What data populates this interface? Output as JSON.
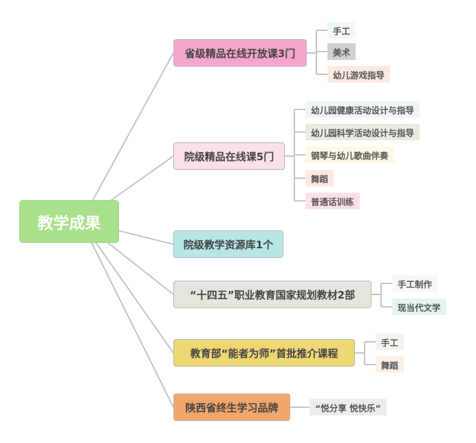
{
  "root": {
    "label": "教学成果",
    "color": "#a9e08b"
  },
  "branches": [
    {
      "label": "省级精品在线开放课3门",
      "color": "#f4a6cb",
      "children": [
        {
          "label": "手工",
          "color": "#f1f8f8"
        },
        {
          "label": "美术",
          "color": "#d0d0d0"
        },
        {
          "label": "幼儿游戏指导",
          "color": "#fde9df"
        }
      ]
    },
    {
      "label": "院级精品在线课5门",
      "color": "#fbdfe9",
      "children": [
        {
          "label": "幼儿园健康活动设计与指导",
          "color": "#eef6f4"
        },
        {
          "label": "幼儿园科学活动设计与指导",
          "color": "#e7ece1"
        },
        {
          "label": "钢琴与幼儿歌曲伴奏",
          "color": "#fdf7e5"
        },
        {
          "label": "舞蹈",
          "color": "#fde9df"
        },
        {
          "label": "普通话训练",
          "color": "#fbe0ea"
        }
      ]
    },
    {
      "label": "院级教学资源库1个",
      "color": "#b6e6e6",
      "children": []
    },
    {
      "label": "“十四五”职业教育国家规划教材2部",
      "color": "#e5e5dd",
      "children": [
        {
          "label": "手工制作",
          "color": "#f6f8f5"
        },
        {
          "label": "现当代文学",
          "color": "#e6f3f3"
        }
      ]
    },
    {
      "label": "教育部“能者为师”首批推介课程",
      "color": "#efd773",
      "children": [
        {
          "label": "手工",
          "color": "#f4f4ef"
        },
        {
          "label": "舞蹈",
          "color": "#fbefe6"
        }
      ]
    },
    {
      "label": "陕西省终生学习品牌",
      "color": "#f2a66a",
      "children": [
        {
          "label": "“悦分享  悦快乐”",
          "color": "#ececec"
        }
      ]
    }
  ],
  "line_color": "#c4c4c4"
}
